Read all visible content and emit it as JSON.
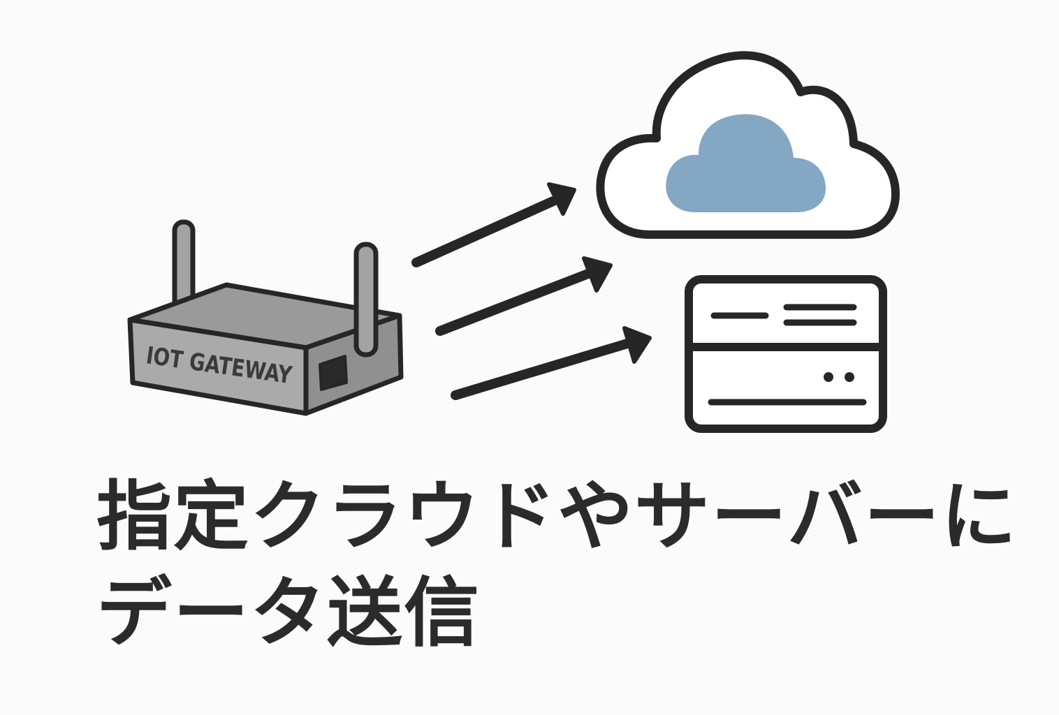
{
  "diagram": {
    "gateway": {
      "label": "IOT GATEWAY",
      "body_color": "#a9a9a9",
      "top_color": "#9a9a9a",
      "side_color": "#8f8f8f"
    },
    "cloud": {
      "inner_fill": "#84a7c4"
    },
    "outline_color": "#262626",
    "arrow_count": 3
  },
  "caption": {
    "line1": "指定クラウドやサーバーに",
    "line2": "データ送信"
  }
}
